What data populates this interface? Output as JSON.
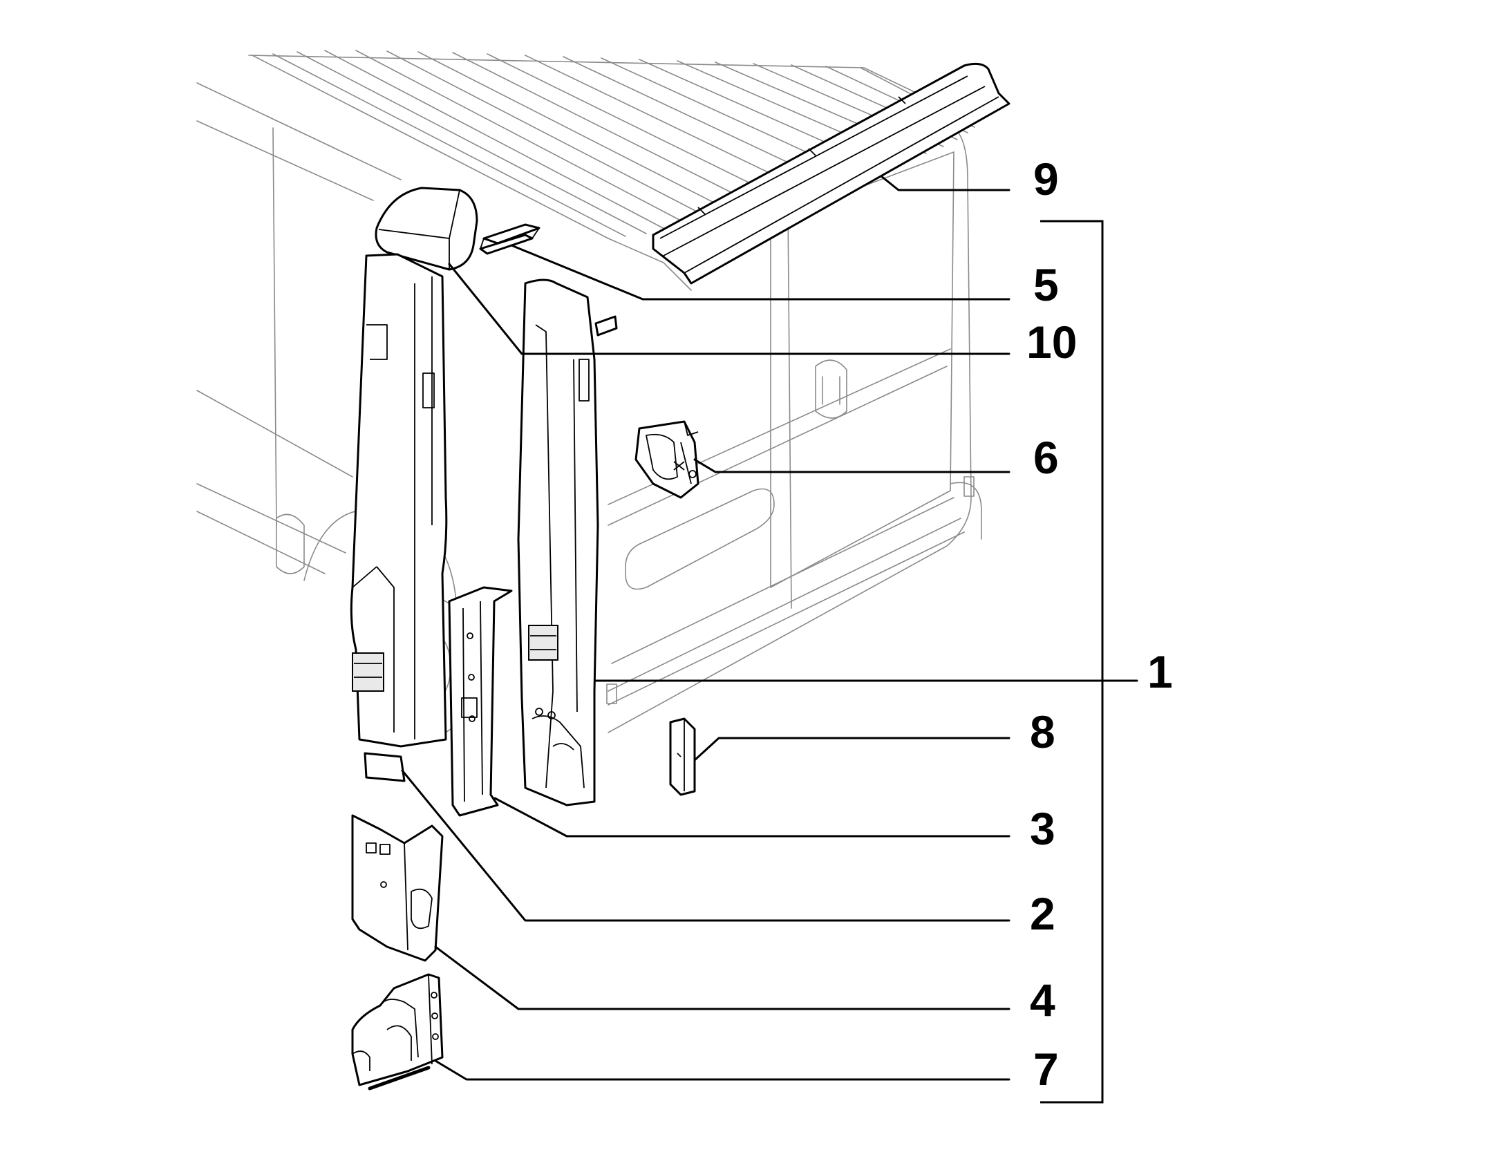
{
  "diagram": {
    "callouts": [
      {
        "id": "9",
        "label": "9"
      },
      {
        "id": "5",
        "label": "5"
      },
      {
        "id": "10",
        "label": "10"
      },
      {
        "id": "6",
        "label": "6"
      },
      {
        "id": "1",
        "label": "1"
      },
      {
        "id": "8",
        "label": "8"
      },
      {
        "id": "3",
        "label": "3"
      },
      {
        "id": "2",
        "label": "2"
      },
      {
        "id": "4",
        "label": "4"
      },
      {
        "id": "7",
        "label": "7"
      }
    ]
  }
}
